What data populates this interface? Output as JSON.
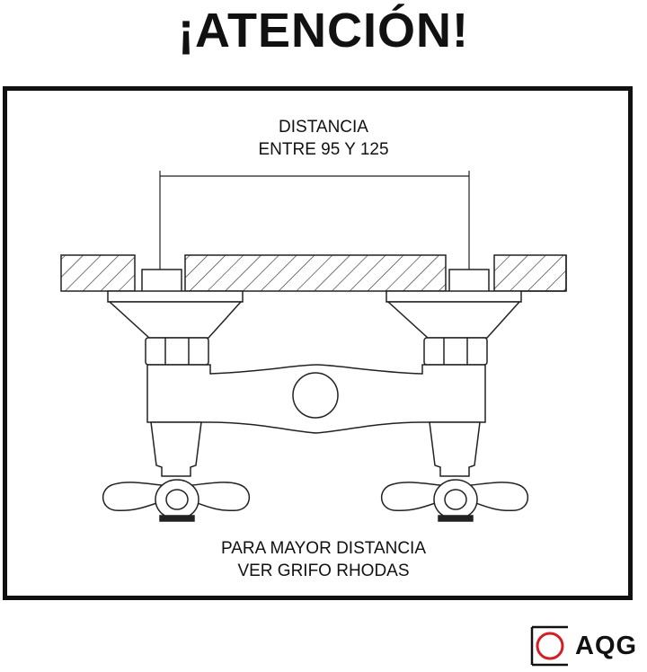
{
  "title": "¡ATENCIÓN!",
  "labels": {
    "distance_line1": "DISTANCIA",
    "distance_line2": "ENTRE 95 Y 125",
    "note_line1": "PARA MAYOR DISTANCIA",
    "note_line2": "VER GRIFO RHODAS"
  },
  "brand": {
    "name": "AQG",
    "accent_color": "#d21f26"
  }
}
